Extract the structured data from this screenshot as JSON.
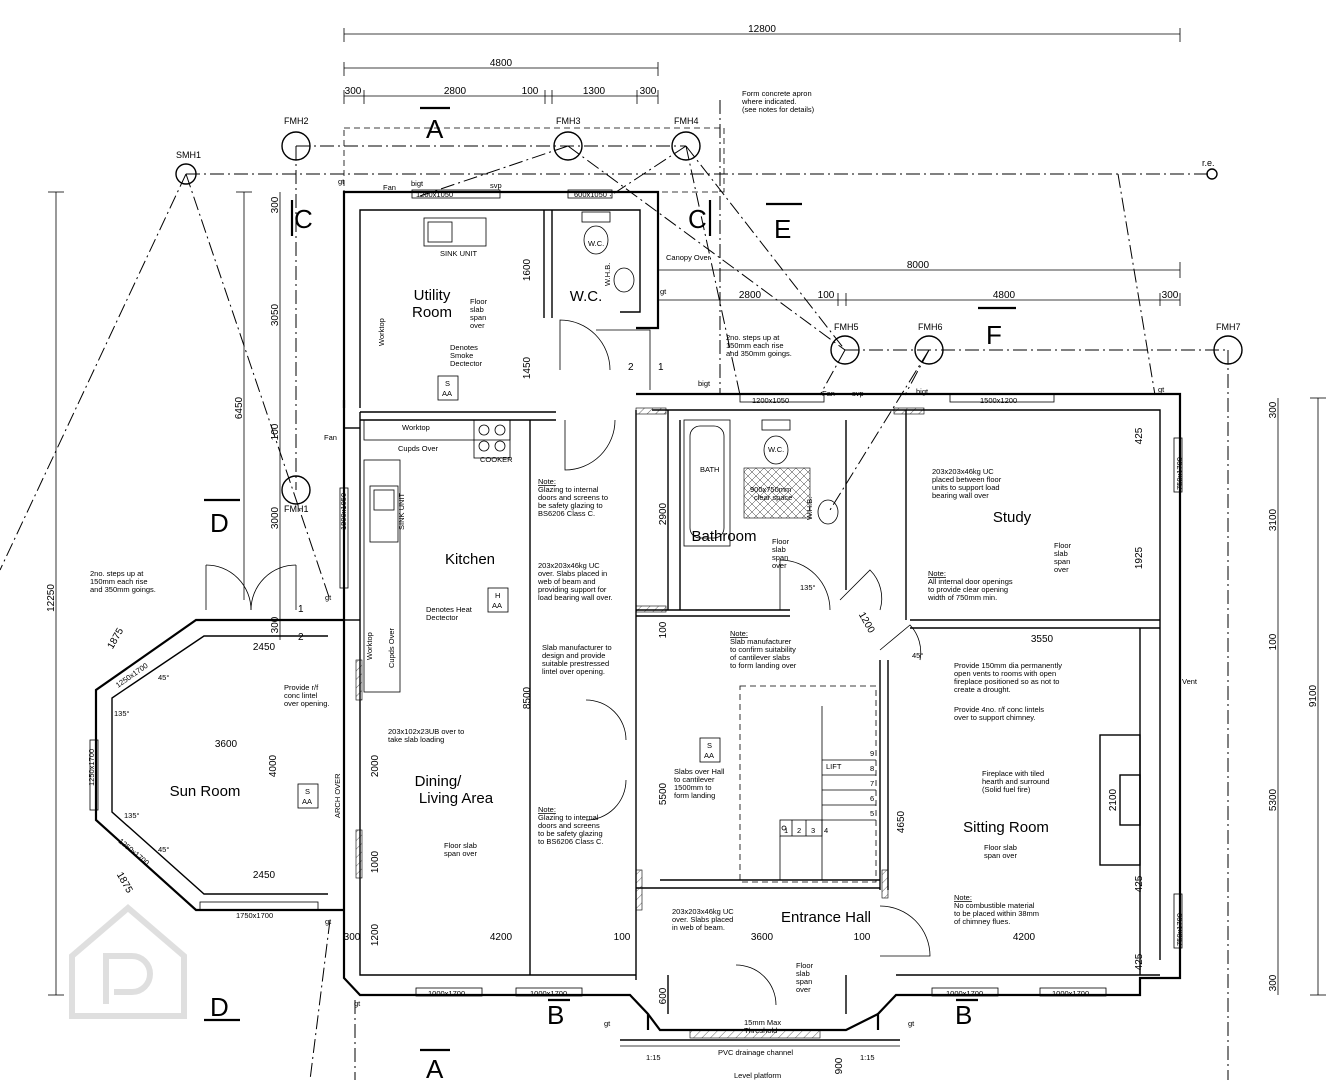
{
  "rooms": {
    "utility": "Utility\nRoom",
    "utility_l1": "Utility",
    "utility_l2": "Room",
    "wc": "W.C.",
    "kitchen": "Kitchen",
    "bathroom": "Bathroom",
    "study": "Study",
    "sun_room": "Sun Room",
    "dining_l1": "Dining/",
    "dining_l2": "Living Area",
    "sitting_room": "Sitting Room",
    "entrance_hall": "Entrance Hall"
  },
  "dimensions": {
    "overall_width": "12800",
    "d4800": "4800",
    "d300a": "300",
    "d2800": "2800",
    "d100a": "100",
    "d1300": "1300",
    "d300b": "300",
    "d8000": "8000",
    "d2800b": "2800",
    "d100b": "100",
    "d4800b": "4800",
    "d300c": "300",
    "d12250": "12250",
    "d6450": "6450",
    "d3050": "3050",
    "d100c": "100",
    "d3000": "3000",
    "d300d": "300",
    "d1600": "1600",
    "d1450": "1450",
    "d2900": "2900",
    "d100d": "100",
    "d8500": "8500",
    "d5500": "5500",
    "d2000": "2000",
    "d1000": "1000",
    "d1200": "1200",
    "d600": "600",
    "d4650": "4650",
    "d9100": "9100",
    "d300e": "300",
    "d3100": "3100",
    "d100e": "100",
    "d5300": "5300",
    "d300f": "300",
    "d425a": "425",
    "d1925": "1925",
    "d425b": "425",
    "d425c": "425",
    "d2100": "2100",
    "d3550": "3550",
    "d3600a": "3600",
    "d2450a": "2450",
    "d2450b": "2450",
    "d4000": "4000",
    "d1875a": "1875",
    "d1875b": "1875",
    "d4200a": "4200",
    "d100f": "100",
    "d3600b": "3600",
    "d100g": "100",
    "d4200b": "4200",
    "d300g": "300",
    "d1200b": "1200",
    "d900": "900"
  },
  "windows": {
    "w1": "1200x1050",
    "w2": "600x1050",
    "w3": "1200x1050",
    "w4": "1500x1200",
    "w5": "1000x1700",
    "w6": "1000x1700",
    "w7": "1000x1700",
    "w8": "1000x1700",
    "w9": "1750x1700",
    "w10": "1250x1700",
    "w11": "1250x1700",
    "w12": "1250x1700",
    "w13": "750x1700",
    "w14": "750x1700",
    "w15": "1800x1050"
  },
  "manholes": {
    "smh1": "SMH1",
    "fmh1": "FMH1",
    "fmh2": "FMH2",
    "fmh3": "FMH3",
    "fmh4": "FMH4",
    "fmh5": "FMH5",
    "fmh6": "FMH6",
    "fmh7": "FMH7",
    "re": "r.e."
  },
  "sections": {
    "a_top": "A",
    "a_bottom": "A",
    "b_left": "B",
    "b_right": "B",
    "c_left": "C",
    "c_right": "C",
    "d_top": "D",
    "d_bottom": "D",
    "e": "E",
    "f": "F"
  },
  "labels": {
    "fan1": "Fan",
    "bigt1": "bigt",
    "svp1": "svp",
    "fan2": "Fan",
    "bigt2": "bigt",
    "svp2": "svp",
    "bigt3": "bigt",
    "fan3": "Fan",
    "canopy": "Canopy Over",
    "worktop1": "Worktop",
    "worktop2": "Worktop",
    "worktop3": "Worktop",
    "cupds1": "Cupds Over",
    "cupds2": "Cupds Over",
    "cooker": "COOKER",
    "sink1": "SINK UNIT",
    "sink2": "SINK UNIT",
    "bath": "BATH",
    "wc1": "W.C.",
    "wc2": "W.C.",
    "whb1": "W.H.B.",
    "whb2": "W.H.B.",
    "vent": "Vent",
    "lift": "LIFT",
    "arch": "ARCH OVER",
    "gt": "gt",
    "step1": "1",
    "step2": "2",
    "deg45a": "45°",
    "deg135a": "135°",
    "deg45b": "45°",
    "deg135b": "135°",
    "deg135c": "135°",
    "deg45c": "45°",
    "slope1": "1:15",
    "slope2": "1:15",
    "pvc": "PVC drainage channel",
    "level": "Level platform",
    "threshold1": "15mm Max",
    "threshold2": "Threshold",
    "clear1": "900x750mm",
    "clear2": "clear space",
    "s_label": "S",
    "aa_label": "AA",
    "h_label": "H",
    "stairs": [
      "9",
      "8",
      "7",
      "6",
      "5",
      "1",
      "2",
      "3",
      "4"
    ]
  },
  "notes": {
    "concrete_apron": "Form concrete apron\nwhere indicated.\n(see notes for details)",
    "steps_wc": "2no. steps up at\n150mm each rise\nand 350mm goings.",
    "steps_sun": "2no. steps up at\n150mm each rise\nand 350mm goings.",
    "floor_slab_utility": "Floor\nslab\nspan\nover",
    "smoke": "Denotes\nSmoke\nDectector",
    "glazing1": "Note:\nGlazing to internal\ndoors and screens to\nbe safety glazing to\nBS6206 Class C.",
    "beam1": "203x203x46kg UC\nover. Slabs placed in\nweb of beam and\nproviding support for\nload bearing wall over.",
    "heat": "Denotes Heat\nDectector",
    "slab_manu": "Slab manufacturer to\ndesign and provide\nsuitable prestressed\nlintel over opening.",
    "ub": "203x102x23UB over to\ntake slab loading",
    "lintel": "Provide r/f\nconc lintel\nover opening.",
    "glazing2": "Note:\nGlazing to internal\ndoors and screens\nto be safety glazing\nto BS6206 Class C.",
    "floor_dining": "Floor slab\nspan over",
    "floor_bath": "Floor\nslab\nspan\nover",
    "cantilever": "Note:\nSlab manufacturer\nto confirm suitability\nof cantilever slabs\nto form landing over",
    "slabs_hall": "Slabs over Hall\nto cantilever\n1500mm to\nform landing",
    "beam2": "203x203x46kg UC\nover. Slabs placed\nin web of beam.",
    "floor_hall": "Floor\nslab\nspan\nover",
    "beam_study": "203x203x46kg UC\nplaced between floor\nunits to support load\nbearing wall over",
    "floor_study": "Floor\nslab\nspan\nover",
    "door_openings": "Note:\nAll internal door openings\nto provide clear opening\nwidth of 750mm min.",
    "vents": "Provide 150mm dia permanently\nopen vents to rooms with open\nfireplace positioned so as not to\ncreate a drought.",
    "lintels": "Provide 4no. r/f conc lintels\nover to support chimney.",
    "fireplace": "Fireplace with tiled\nhearth and surround\n(Solid fuel fire)",
    "floor_sitting": "Floor slab\nspan over",
    "combustible": "Note:\nNo combustible material\nto be placed within 38mm\nof chimney flues."
  }
}
